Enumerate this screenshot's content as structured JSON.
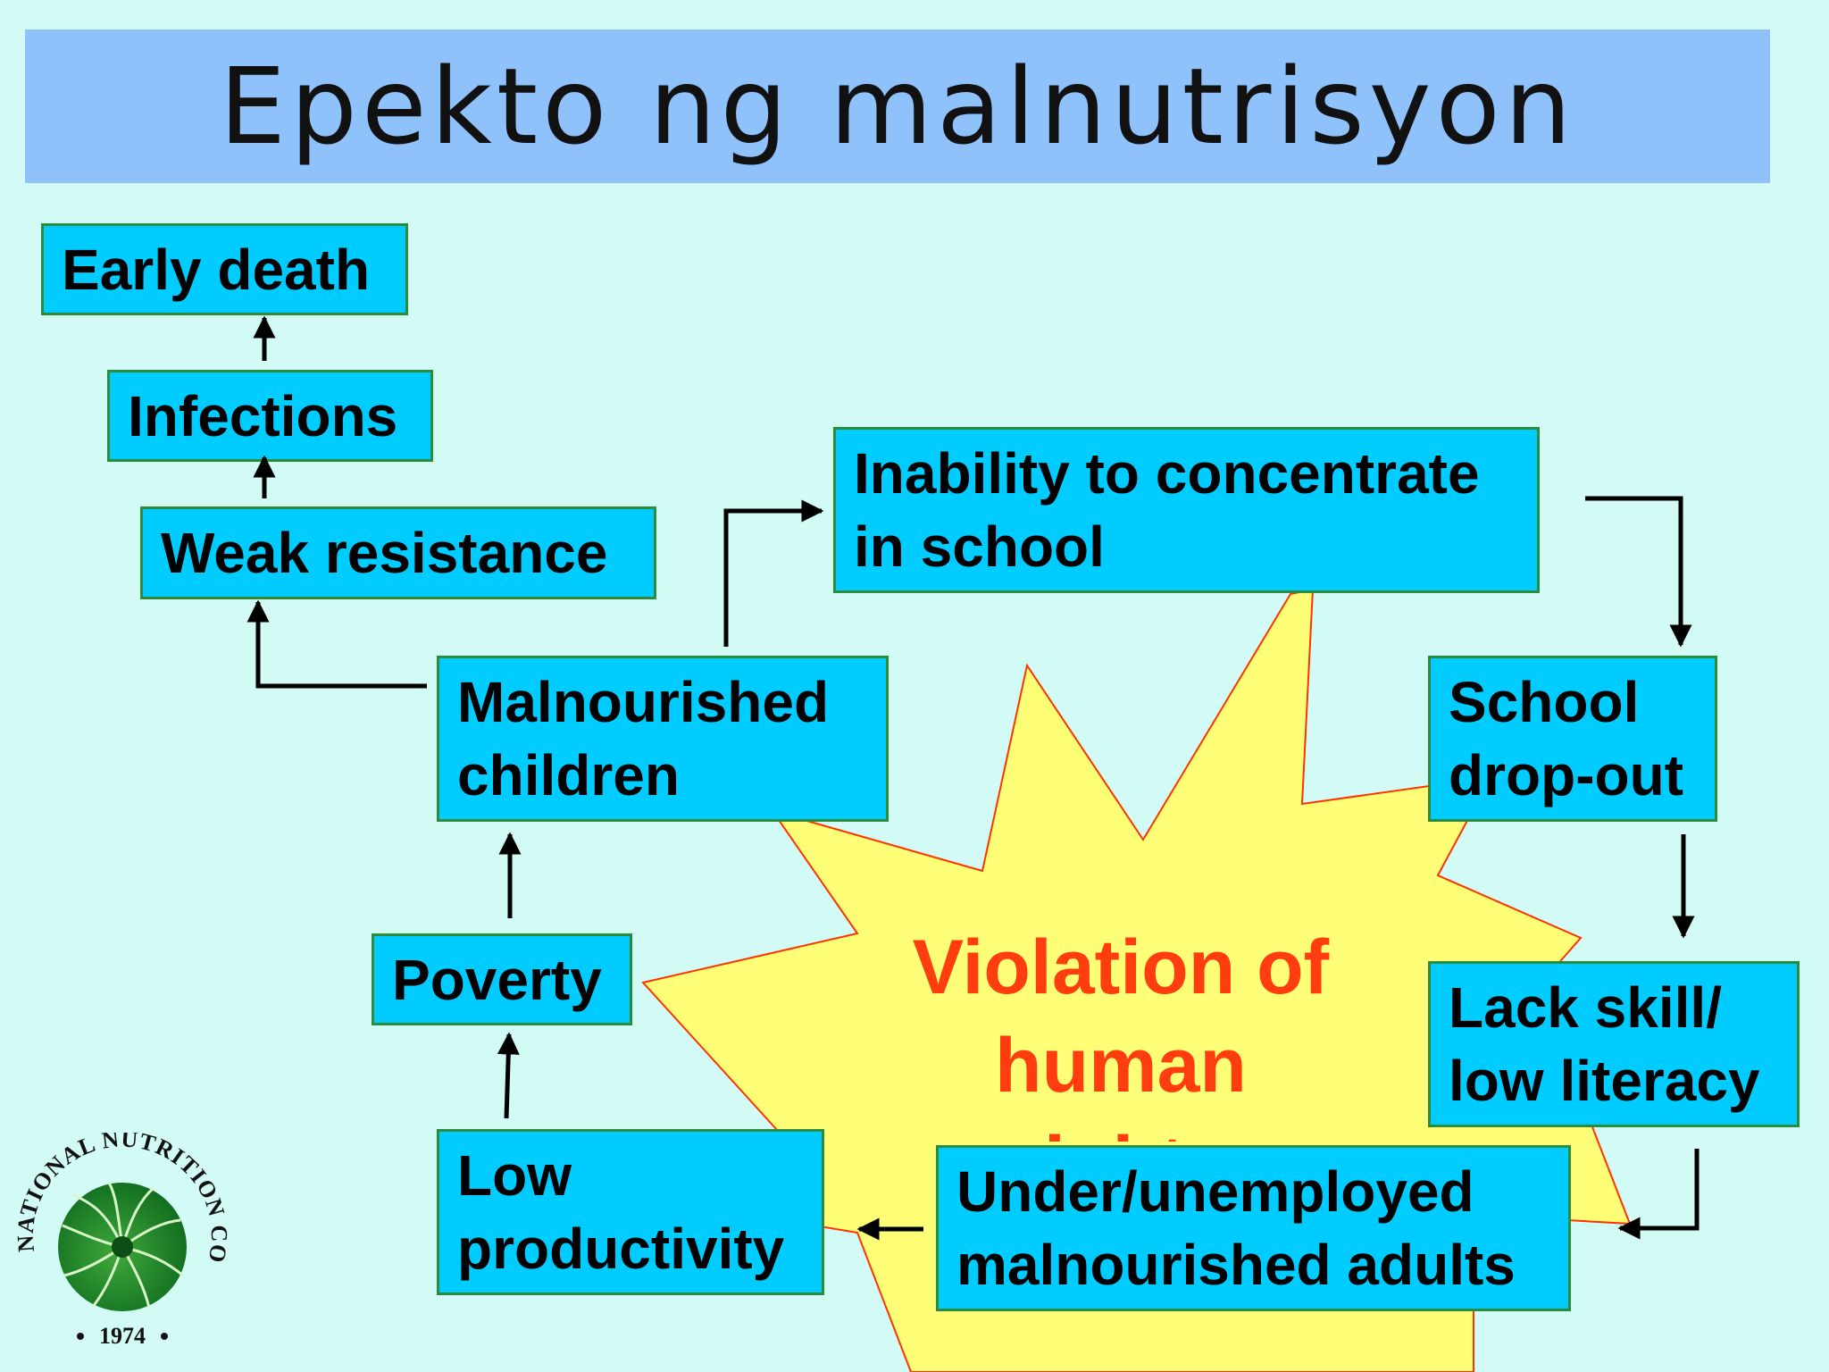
{
  "title": "Epekto ng malnutrisyon",
  "nodes": {
    "early_death": "Early death",
    "infections": "Infections",
    "weak_resistance": "Weak resistance",
    "inability_l1": "Inability to concentrate",
    "inability_l2": "in school",
    "malnourished_l1": "Malnourished",
    "malnourished_l2": "children",
    "dropout_l1": "School",
    "dropout_l2": "drop-out",
    "poverty": "Poverty",
    "lack_l1": "Lack skill/",
    "lack_l2": "low literacy",
    "lowprod_l1": "Low",
    "lowprod_l2": "productivity",
    "unemployed_l1": "Under/unemployed",
    "unemployed_l2": "malnourished adults"
  },
  "center": {
    "line1": "Violation of",
    "line2": "human",
    "line3": "rights"
  },
  "logo": {
    "top_text": "NATIONAL NUTRITION COUNCIL",
    "year": "1974"
  },
  "colors": {
    "background": "#d2fbf5",
    "title_bar": "#8fc1fb",
    "box_fill": "#00ccff",
    "box_border": "#2a8c3c",
    "burst_fill": "#ffff77",
    "burst_stroke": "#ff3300",
    "center_text": "#ff3d0f"
  }
}
